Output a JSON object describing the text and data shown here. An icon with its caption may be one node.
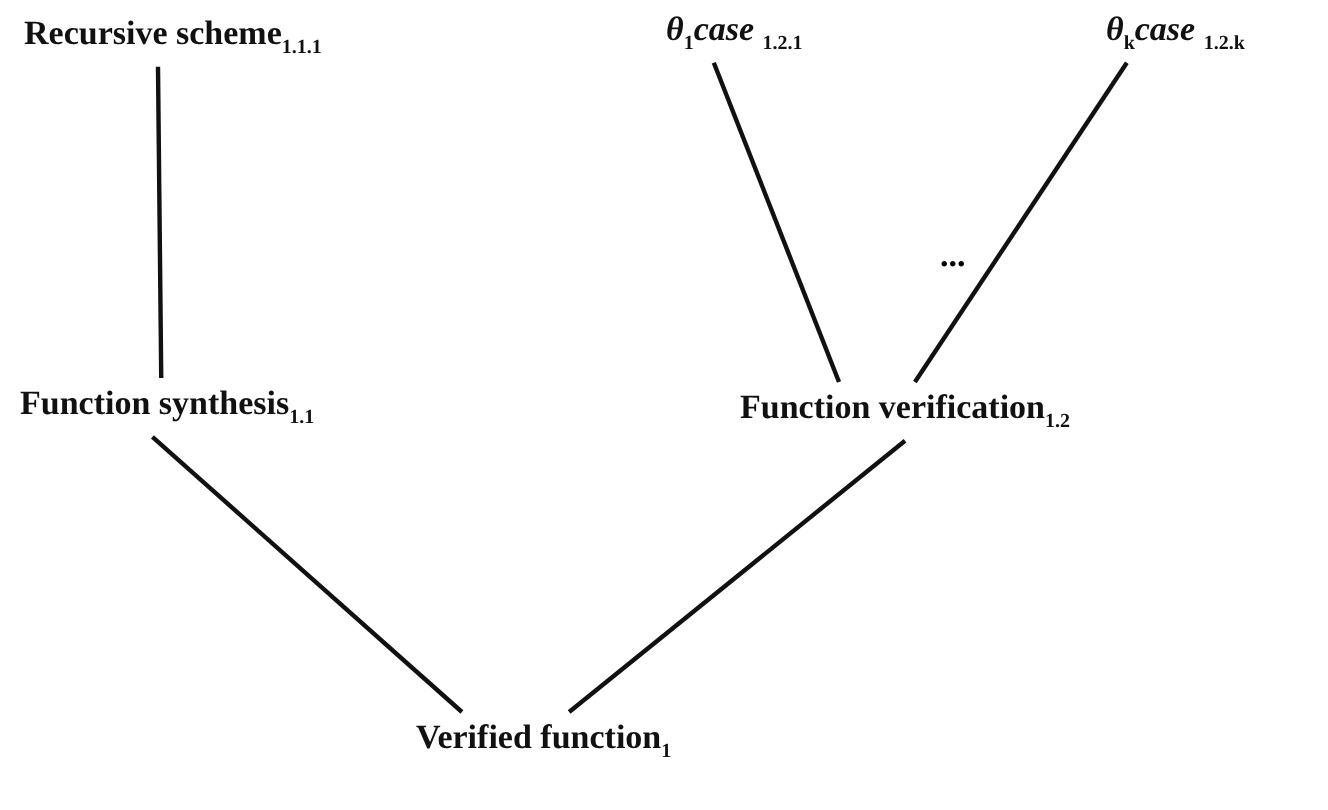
{
  "diagram": {
    "nodes": [
      {
        "text": [
          "Recursive scheme$_{1.1.1}$"
        ]
      },
      {
        "text": [
          "*θ*$_{1}$*case* $_{1.2.1}$"
        ]
      },
      {
        "text": [
          "*θ*$_{k}$*case* $_{1.2.k}$"
        ]
      },
      {
        "text": [
          "Function synthesis$_{1.1}$"
        ]
      },
      {
        "text": [
          "Function verification$_{1.2}$"
        ]
      },
      {
        "text": [
          "Verified function$_{1}$"
        ]
      }
    ],
    "edges": [
      {
        "from": 0,
        "to": 3,
        "arrow": "none"
      },
      {
        "from": 1,
        "to": 4,
        "arrow": "none"
      },
      {
        "from": 2,
        "to": 4,
        "arrow": "none"
      },
      {
        "from": 3,
        "to": 5,
        "arrow": "none"
      },
      {
        "from": 4,
        "to": 5,
        "arrow": "none"
      }
    ],
    "labels": [
      "..."
    ]
  }
}
